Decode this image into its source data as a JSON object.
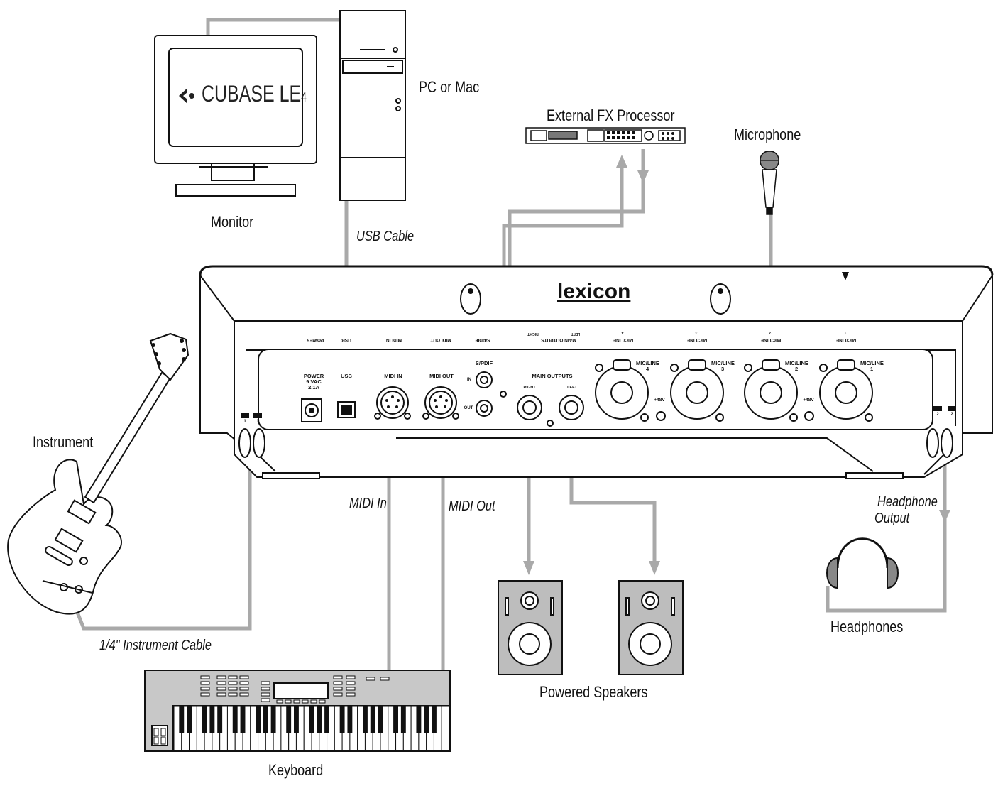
{
  "labels": {
    "pc": "PC or Mac",
    "monitor": "Monitor",
    "fx": "External FX Processor",
    "microphone": "Microphone",
    "instrument": "Instrument",
    "usb_cable": "USB Cable",
    "midi_in": "MIDI In",
    "midi_out": "MIDI Out",
    "instrument_cable": "1/4\" Instrument Cable",
    "headphone_output_1": "Headphone",
    "headphone_output_2": "Output",
    "headphones": "Headphones",
    "powered_speakers": "Powered Speakers",
    "keyboard": "Keyboard"
  },
  "screen": {
    "software": "CUBASE LE",
    "version": "4"
  },
  "device": {
    "brand": "lexicon",
    "power_1": "POWER",
    "power_2": "9 VAC",
    "power_3": "2.1A",
    "usb": "USB",
    "midi_in": "MIDI IN",
    "midi_out": "MIDI OUT",
    "spdif": "S/PDIF",
    "spdif_in": "IN",
    "spdif_out": "OUT",
    "main_outputs": "MAIN OUTPUTS",
    "right": "RIGHT",
    "left": "LEFT",
    "mic4": "MIC/LINE",
    "mic4_n": "4",
    "mic3": "MIC/LINE",
    "mic3_n": "3",
    "mic2": "MIC/LINE",
    "mic2_n": "2",
    "mic1": "MIC/LINE",
    "mic1_n": "1",
    "phantom_a": "+48V",
    "phantom_b": "+48V",
    "top_power": "POWER",
    "top_usb": "USB",
    "top_midi_in": "MIDI IN",
    "top_midi_out": "MIDI OUT",
    "top_spdif": "S/PDIF",
    "top_main": "MAIN OUTPUTS",
    "top_right": "RIGHT",
    "top_left": "LEFT",
    "top_mic4": "MIC/LINE",
    "top_mic3": "MIC/LINE",
    "top_mic2": "MIC/LINE",
    "top_mic1": "MIC/LINE",
    "top_n4": "4",
    "top_n3": "3",
    "top_n2": "2",
    "top_n1": "1",
    "hp_l1": "1",
    "hp_l2": "1",
    "hp_r1": "2",
    "hp_r2": "2"
  },
  "colors": {
    "cable": "#a9a9a9",
    "line": "#111111",
    "panel_fill": "#ffffff",
    "speaker_fill": "#bdbdbd",
    "keyboard_fill": "#c8c8c8"
  }
}
